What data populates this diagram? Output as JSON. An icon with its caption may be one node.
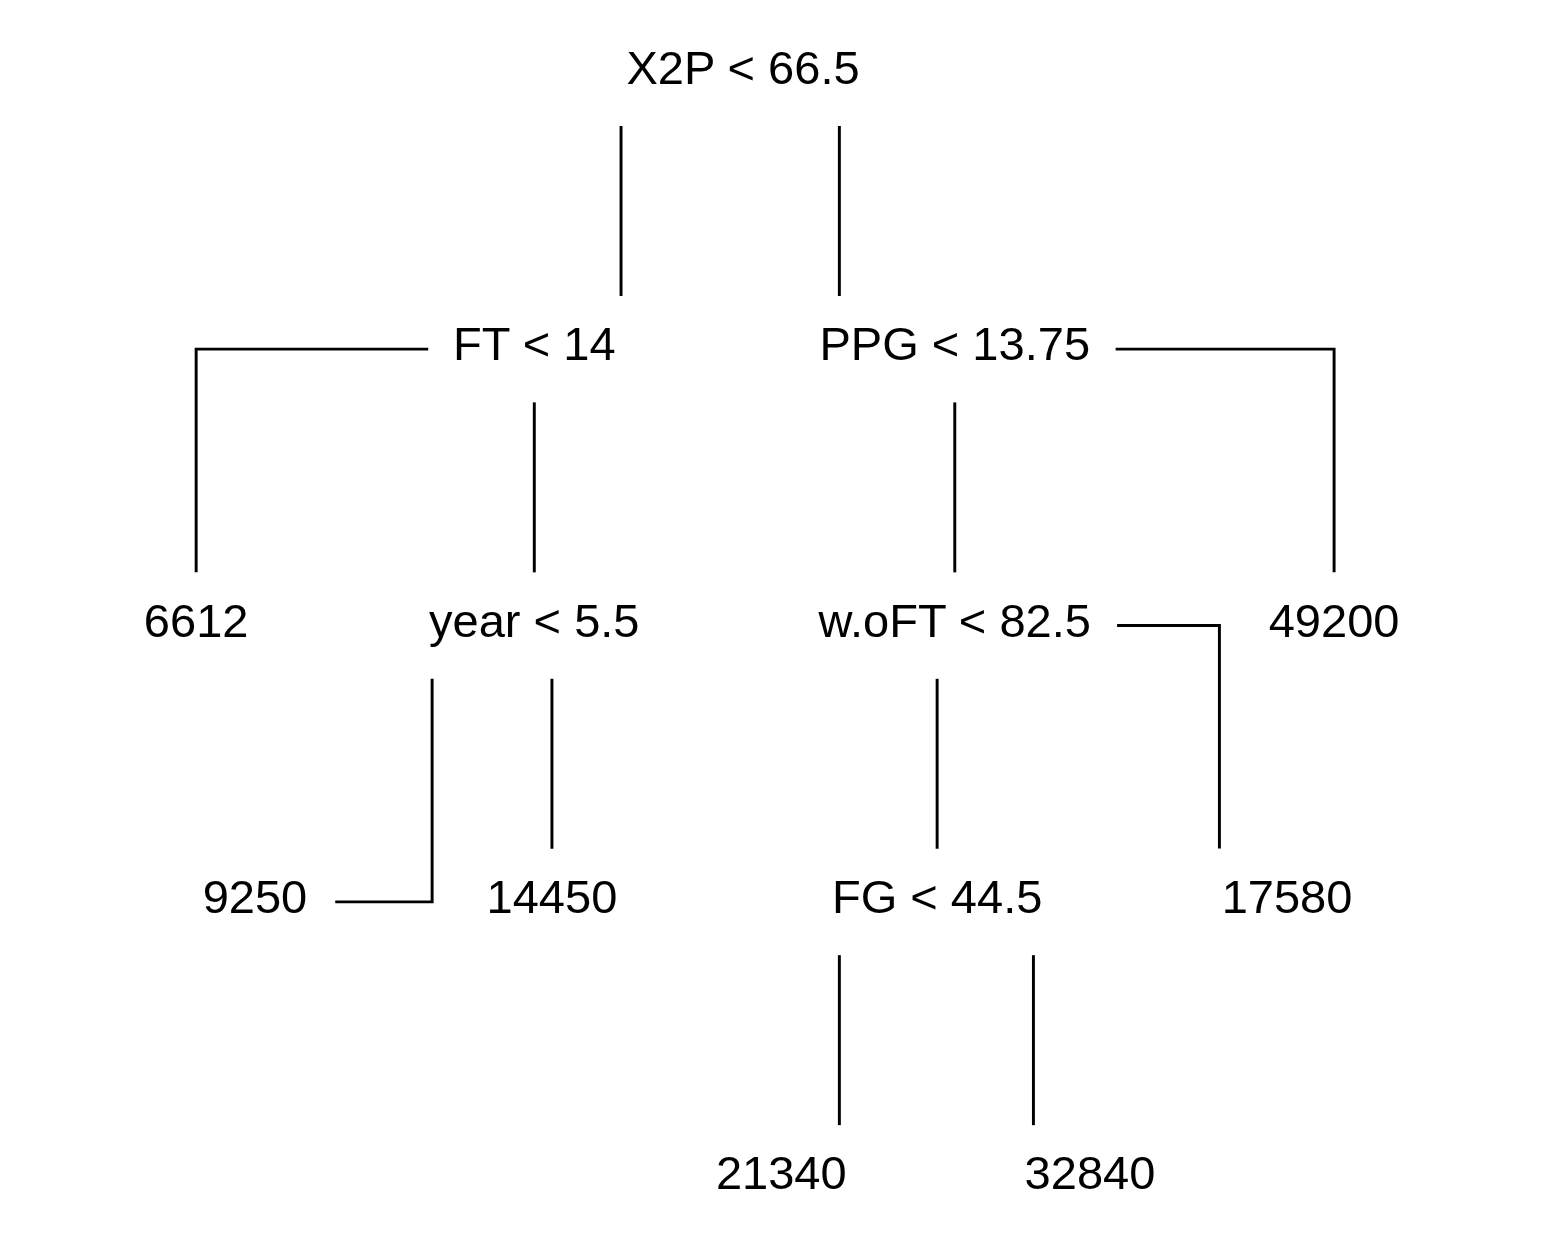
{
  "diagram": {
    "nodes": [
      {
        "text": [
          "X2P < 66.5"
        ]
      },
      {
        "text": [
          "FT < 14"
        ]
      },
      {
        "text": [
          "PPG < 13.75"
        ]
      },
      {
        "text": [
          "6612"
        ]
      },
      {
        "text": [
          "year < 5.5"
        ]
      },
      {
        "text": [
          "9250"
        ]
      },
      {
        "text": [
          "14450"
        ]
      },
      {
        "text": [
          "w.oFT < 82.5"
        ]
      },
      {
        "text": [
          "49200"
        ]
      },
      {
        "text": [
          "FG < 44.5"
        ]
      },
      {
        "text": [
          "17580"
        ]
      },
      {
        "text": [
          "21340"
        ]
      },
      {
        "text": [
          "32840"
        ]
      }
    ],
    "edges": [
      {
        "from": 0,
        "to": 1,
        "arrow": "none"
      },
      {
        "from": 0,
        "to": 2,
        "arrow": "none"
      },
      {
        "from": 1,
        "to": 3,
        "arrow": "none"
      },
      {
        "from": 1,
        "to": 4,
        "arrow": "none"
      },
      {
        "from": 4,
        "to": 5,
        "arrow": "none"
      },
      {
        "from": 4,
        "to": 6,
        "arrow": "none"
      },
      {
        "from": 2,
        "to": 7,
        "arrow": "none"
      },
      {
        "from": 2,
        "to": 8,
        "arrow": "none"
      },
      {
        "from": 7,
        "to": 9,
        "arrow": "none"
      },
      {
        "from": 7,
        "to": 10,
        "arrow": "none"
      },
      {
        "from": 9,
        "to": 11,
        "arrow": "none"
      },
      {
        "from": 9,
        "to": 12,
        "arrow": "none"
      }
    ]
  }
}
